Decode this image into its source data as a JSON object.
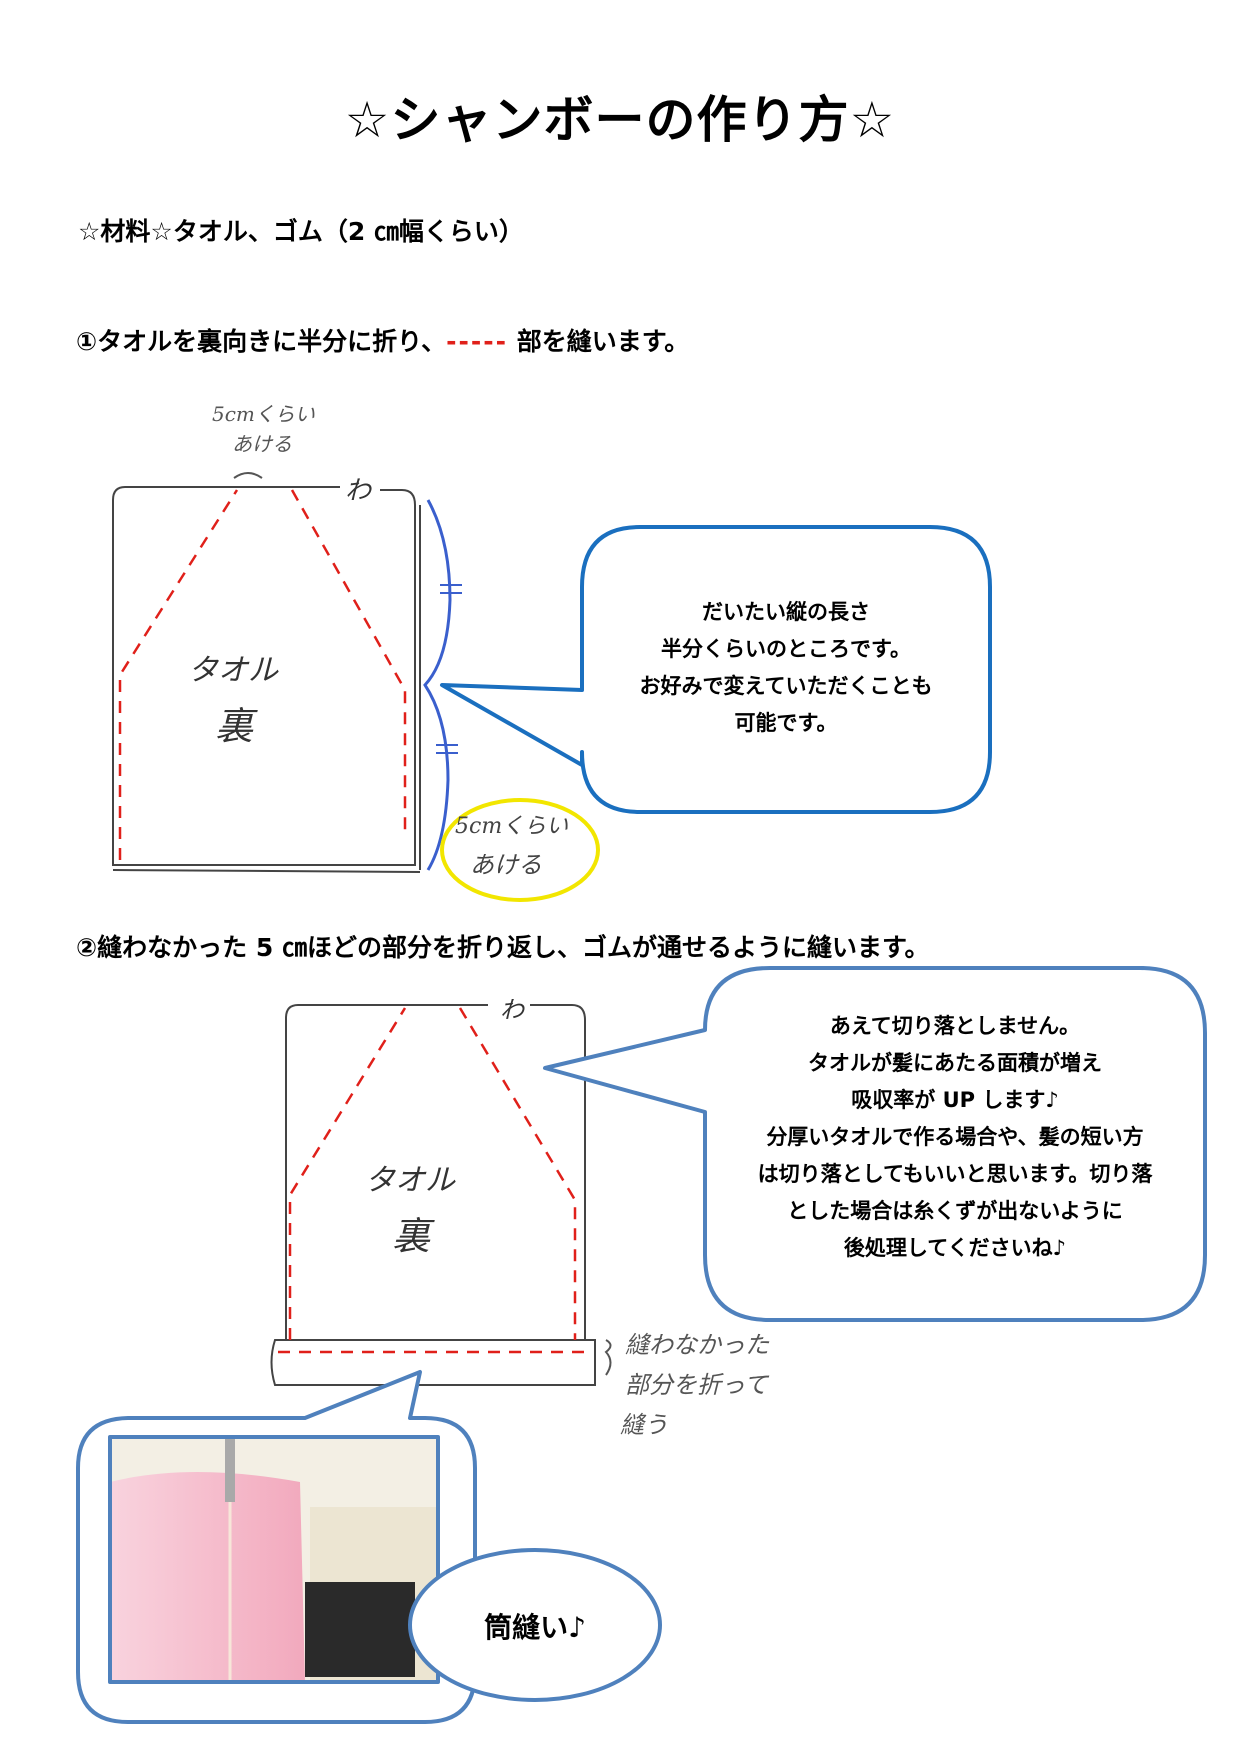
{
  "title": "☆シャンボーの作り方☆",
  "materials": "☆材料☆タオル、ゴム（2 ㎝幅くらい）",
  "step1": {
    "before": "①タオルを裏向きに半分に折り、",
    "dash": "-----",
    "after": " 部を縫います。"
  },
  "step2": "②縫わなかった 5 ㎝ほどの部分を折り返し、ゴムが通せるように縫います。",
  "sketch1": {
    "top_note_1": "5cmくらい",
    "top_note_2": "あける",
    "fold_label": "わ",
    "towel_label": "タオル",
    "back_label": "裏",
    "bottom_note_1": "5cmくらい",
    "bottom_note_2": "あける"
  },
  "bubble1": [
    "だいたい縦の長さ",
    "半分くらいのところです。",
    "お好みで変えていただくことも",
    "可能です。"
  ],
  "sketch2": {
    "fold_label": "わ",
    "towel_label": "タオル",
    "back_label": "裏",
    "side_note": [
      "縫わなかった",
      "部分を折って",
      "縫う"
    ]
  },
  "bubble2": [
    "あえて切り落としません。",
    "タオルが髪にあたる面積が増え",
    "吸収率が UP します♪",
    "分厚いタオルで作る場合や、髪の短い方",
    "は切り落としてもいいと思います。切り落",
    "とした場合は糸くずが出ないように",
    "後処理してくださいね♪"
  ],
  "photo_caption": "筒縫い♪",
  "colors": {
    "bubble1": "#1a6fbf",
    "bubble2": "#4f81bd",
    "stitch": "#e0201a",
    "highlight": "#f2e600",
    "fold_line": "#3a5fcd"
  }
}
